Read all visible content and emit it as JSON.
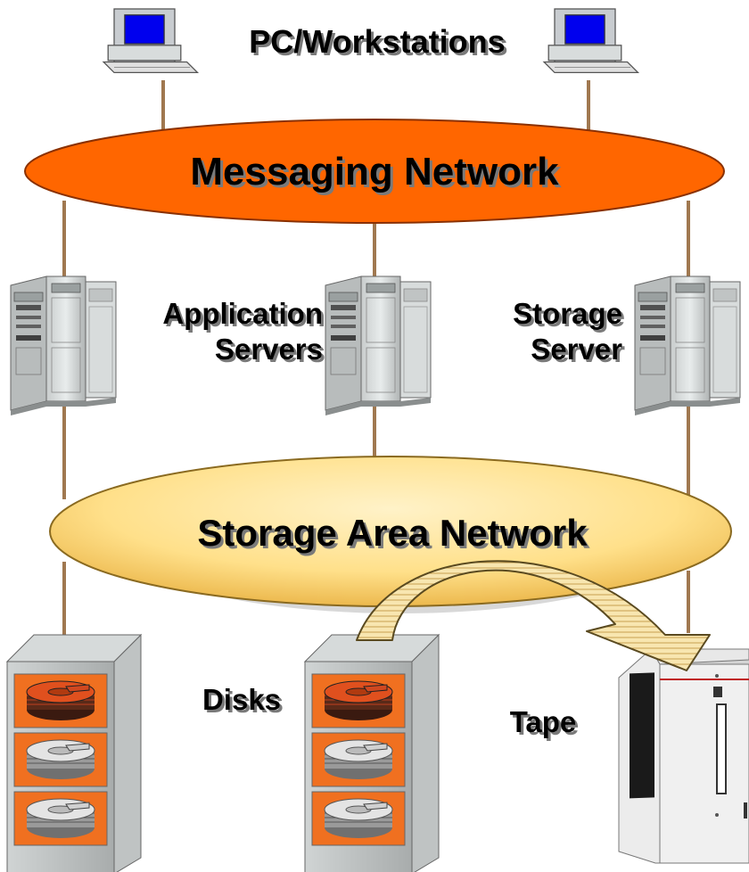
{
  "labels": {
    "workstations": "PC/Workstations",
    "messaging_network": "Messaging Network",
    "app_servers_line1": "Application",
    "app_servers_line2": "Servers",
    "storage_server_line1": "Storage",
    "storage_server_line2": "Server",
    "san": "Storage Area Network",
    "disks": "Disks",
    "tape": "Tape"
  },
  "colors": {
    "messaging_network_fill": "#ff6600",
    "san_fill": "#ffdd88",
    "disk_panel": "#f07020",
    "connector_line": "#a07850",
    "monitor_screen": "#0000ee"
  },
  "icons": {
    "workstation": "desktop-computer-icon",
    "server": "tower-server-icon",
    "disk_array": "disk-array-icon",
    "tape": "tape-library-icon",
    "flow_arrow": "curved-arrow-icon"
  }
}
